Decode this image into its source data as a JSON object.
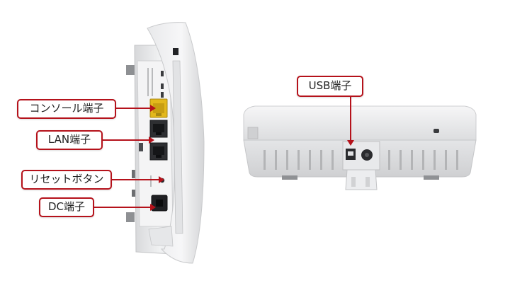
{
  "callouts": {
    "console": "コンソール端子",
    "lan": "LAN端子",
    "reset": "リセットボタン",
    "dc": "DC端子",
    "usb": "USB端子"
  },
  "colors": {
    "callout_border": "#b5121b",
    "device_body": "#e9eaec",
    "console_port": "#e3b81c"
  }
}
